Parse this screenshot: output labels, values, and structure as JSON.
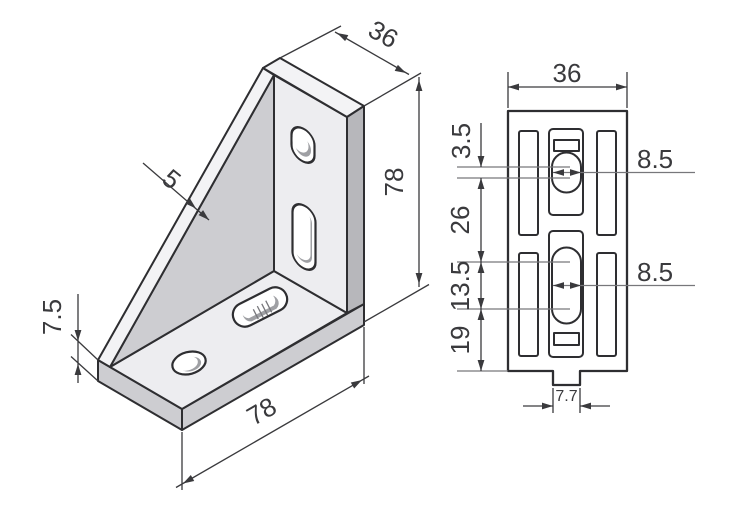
{
  "title": "Corner bracket technical drawing",
  "colors": {
    "background": "#ffffff",
    "part_line": "#2e2e31",
    "dim_line": "#3a3a3d",
    "leader": "#77777b",
    "face_lighter": "#f3f3f5",
    "face_light": "#ededf0",
    "face_mid": "#cdcdd1",
    "face_shadow": "#b7b7bb",
    "hole_shadow": "#9fa0a4"
  },
  "isometric_view": {
    "dimensions": {
      "top_width": "36",
      "height": "78",
      "length": "78",
      "base_thickness": "7.5",
      "web_thickness": "5"
    }
  },
  "front_view": {
    "dimensions": {
      "width": "36",
      "top_slot_centers": "3.5",
      "slot_gap": "26",
      "bottom_slot_centers": "13.5",
      "bottom_offset": "19",
      "top_slot_width": "8.5",
      "bottom_slot_width": "8.5",
      "tab_width": "7.7"
    }
  }
}
